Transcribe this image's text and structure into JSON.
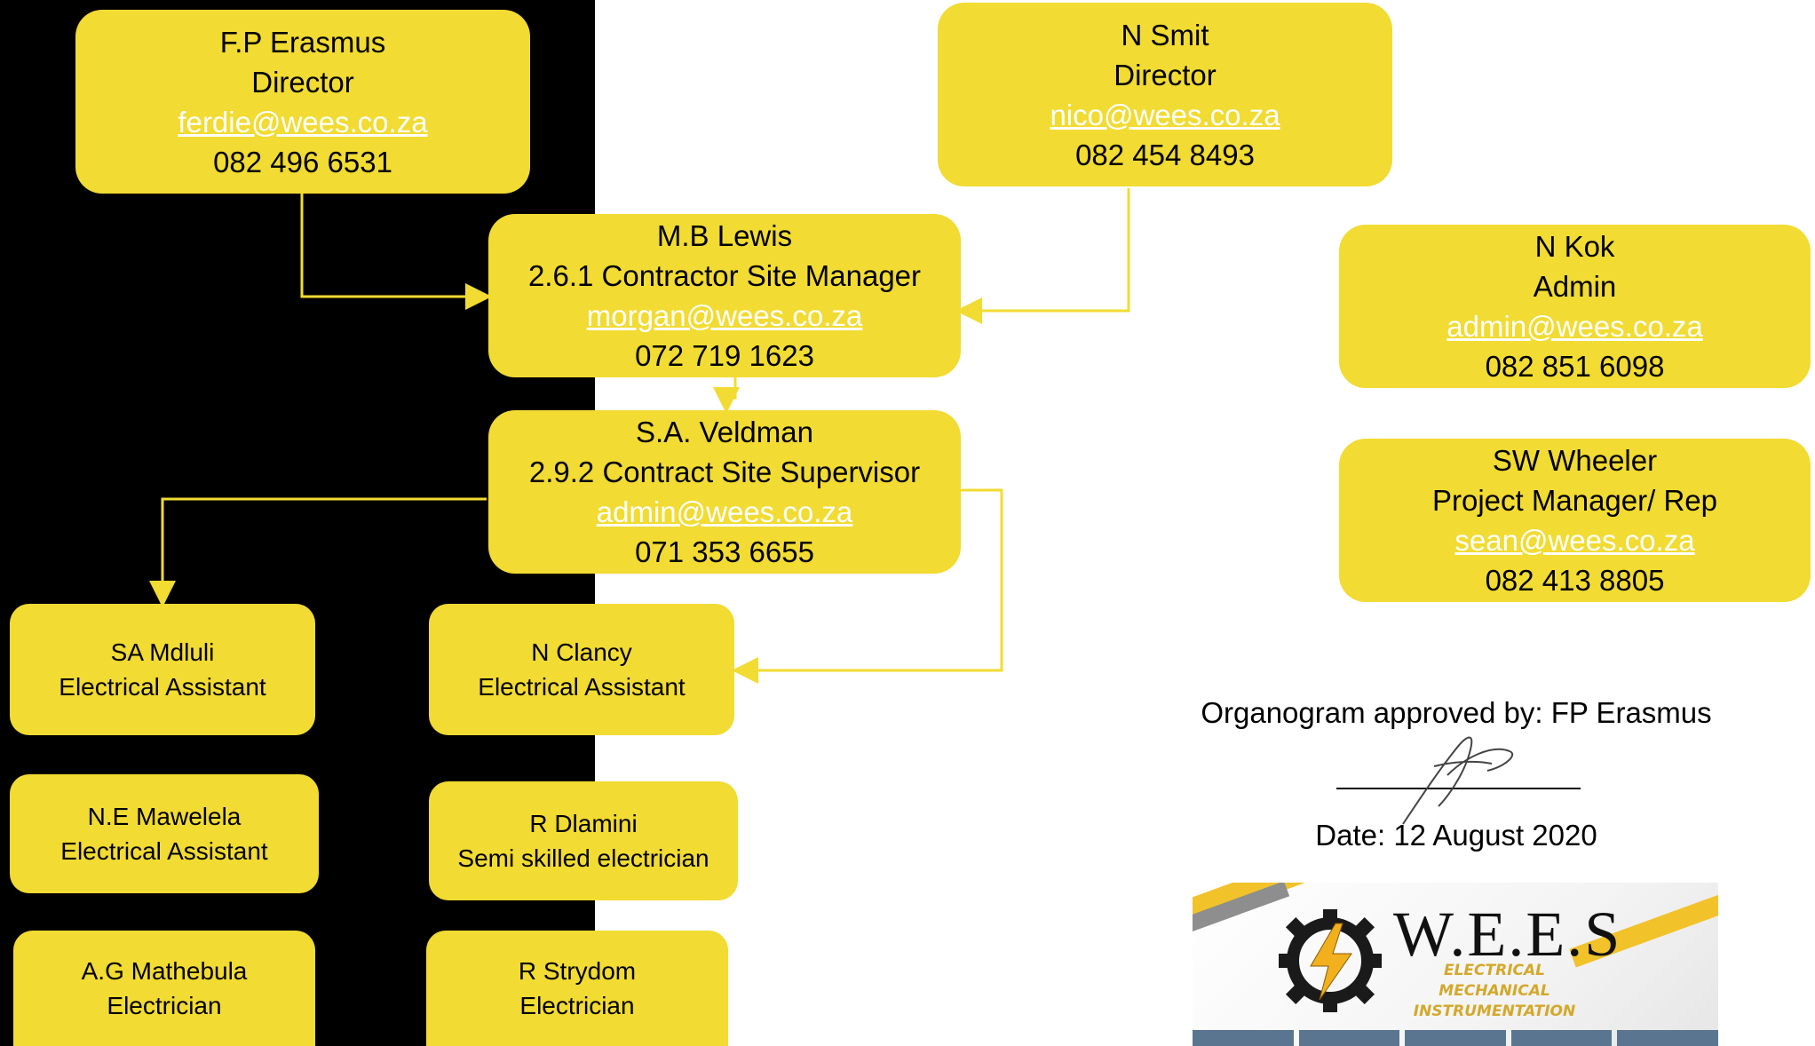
{
  "cards": {
    "erasmus": {
      "name": "F.P Erasmus",
      "role": "Director",
      "email": "ferdie@wees.co.za",
      "phone": "082 496 6531"
    },
    "smit": {
      "name": "N Smit",
      "role": "Director",
      "email": "nico@wees.co.za",
      "phone": "082 454 8493"
    },
    "lewis": {
      "name": "M.B Lewis",
      "role": "2.6.1 Contractor Site Manager",
      "email": "morgan@wees.co.za",
      "phone": "072 719 1623"
    },
    "veldman": {
      "name": "S.A. Veldman",
      "role": "2.9.2 Contract Site Supervisor",
      "email": "admin@wees.co.za",
      "phone": "071 353 6655"
    },
    "kok": {
      "name": "N Kok",
      "role": "Admin",
      "email": "admin@wees.co.za",
      "phone": "082 851 6098"
    },
    "wheeler": {
      "name": "SW Wheeler",
      "role": "Project Manager/ Rep",
      "email": "sean@wees.co.za",
      "phone": "082 413 8805"
    },
    "mdluli": {
      "name": "SA Mdluli",
      "role": "Electrical Assistant"
    },
    "clancy": {
      "name": "N Clancy",
      "role": "Electrical Assistant"
    },
    "mawelela": {
      "name": "N.E Mawelela",
      "role": "Electrical Assistant"
    },
    "dlamini": {
      "name": "R Dlamini",
      "role": "Semi skilled electrician"
    },
    "mathebula": {
      "name": "A.G Mathebula",
      "role": "Electrician"
    },
    "strydom": {
      "name": "R Strydom",
      "role": "Electrician"
    }
  },
  "approval": {
    "text": "Organogram approved by: FP Erasmus",
    "date": "Date: 12 August 2020"
  },
  "logo": {
    "title": "W.E.E.S",
    "line1": "ELECTRICAL",
    "line2": "MECHANICAL",
    "line3": "INSTRUMENTATION"
  },
  "colors": {
    "card": "#f2db32",
    "connector": "#f2db32",
    "panel": "#000000",
    "email": "#ffffff"
  }
}
